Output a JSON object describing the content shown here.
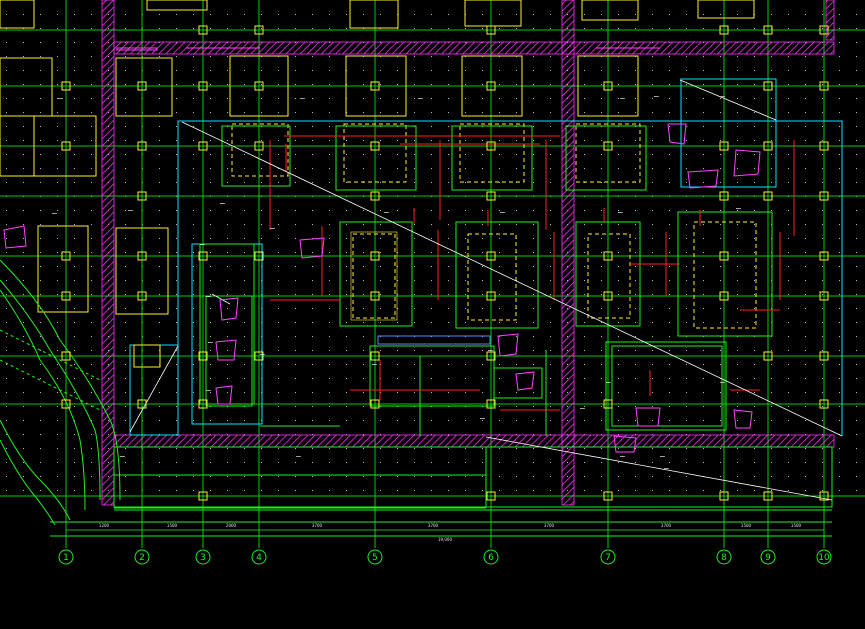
{
  "drawing": {
    "axes": [
      {
        "label": "1"
      },
      {
        "label": "2"
      },
      {
        "label": "3"
      },
      {
        "label": "4"
      },
      {
        "label": "5"
      },
      {
        "label": "6"
      },
      {
        "label": "7"
      },
      {
        "label": "8"
      },
      {
        "label": "9"
      },
      {
        "label": "10"
      }
    ],
    "colors": {
      "background": "#000000",
      "grid": "#00ff00",
      "wall_hatch": "#ff00ff",
      "foundation": "#ffff00",
      "beam": "#ff0000",
      "outline": "#00ffff",
      "text": "#ffffff"
    },
    "labels": {
      "total_dimension": "19,000",
      "note_a": "KZ9(1)",
      "note_b": "KZ10(1)"
    }
  }
}
